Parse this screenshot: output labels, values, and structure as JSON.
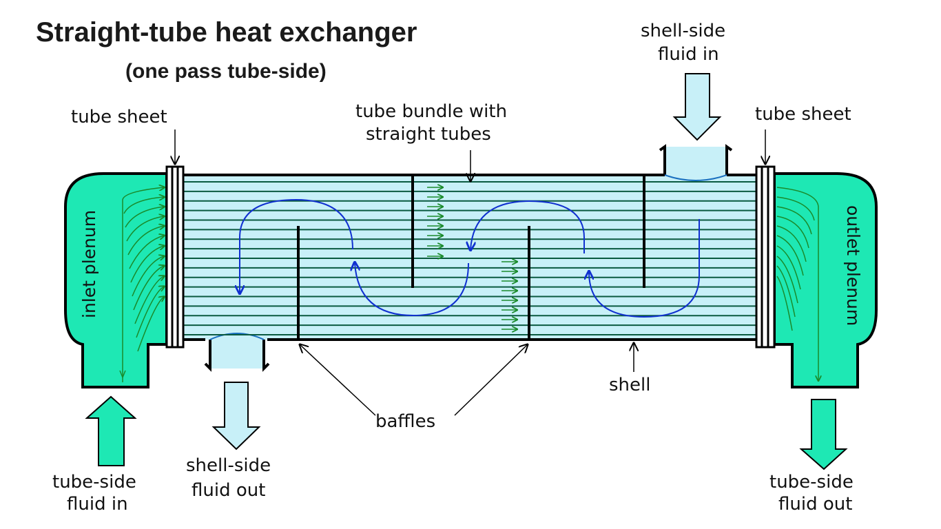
{
  "title": "Straight-tube heat exchanger",
  "subtitle": "(one pass tube-side)",
  "labels": {
    "tube_sheet_left": "tube sheet",
    "tube_sheet_right": "tube sheet",
    "tube_bundle_line1": "tube bundle with",
    "tube_bundle_line2": "straight tubes",
    "shell_in_line1": "shell-side",
    "shell_in_line2": "fluid in",
    "shell_out_line1": "shell-side",
    "shell_out_line2": "fluid out",
    "tube_in_line1": "tube-side",
    "tube_in_line2": "fluid in",
    "tube_out_line1": "tube-side",
    "tube_out_line2": "fluid out",
    "baffles": "baffles",
    "shell": "shell",
    "inlet_plenum": "inlet plenum",
    "outlet_plenum": "outlet plenum"
  },
  "colors": {
    "plenum_fill": "#1ee8b4",
    "shell_fill": "#c8f0f8",
    "arrow_fill": "#c8f0f8",
    "tube_line": "#0a5a40",
    "shell_flow": "#1030d0",
    "tube_flow": "#1a8a2a",
    "outline": "#000000"
  }
}
